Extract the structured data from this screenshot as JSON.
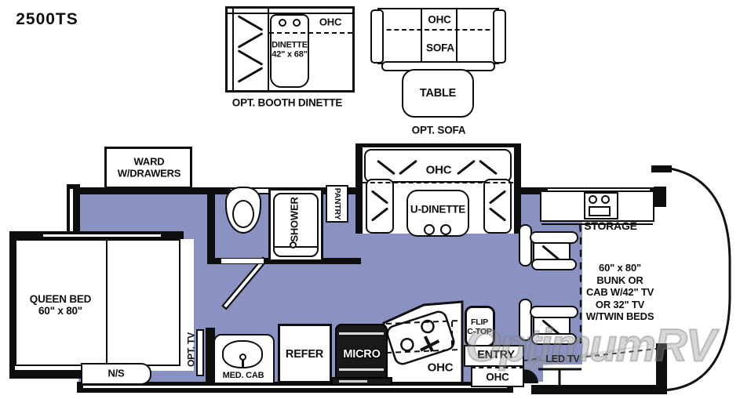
{
  "title": "2500TS",
  "colors": {
    "floor": "#8a92c2",
    "wall": "#0e0e0e",
    "watermark_gray": "#96969b"
  },
  "insets": {
    "booth_dinette": {
      "ohc": "OHC",
      "dinette": "DINETTE",
      "dinette_size": "42\" x 68\"",
      "caption": "OPT. BOOTH DINETTE"
    },
    "sofa": {
      "ohc": "OHC",
      "sofa": "SOFA",
      "table": "TABLE",
      "caption": "OPT. SOFA"
    }
  },
  "floorplan": {
    "ward": {
      "line1": "WARD",
      "line2": "W/DRAWERS"
    },
    "bathroom": {
      "shower": "SHOWER",
      "pantry": "PANTRY"
    },
    "dinette": {
      "ohc": "OHC",
      "label": "U-DINETTE"
    },
    "kitchen": {
      "refer": "REFER",
      "micro": "MICRO",
      "ohc": "OHC",
      "flip_line1": "FLIP",
      "flip_line2": "C-TOP"
    },
    "bedroom": {
      "bed_line1": "QUEEN BED",
      "bed_line2": "60\" x 80\"",
      "nightstand": "N/S",
      "opt_tv": "OPT. TV",
      "med_cab": "MED. CAB"
    },
    "front": {
      "storage": "STORAGE",
      "bunk_lines": [
        "60\" x 80\"",
        "BUNK OR",
        "CAB W/42\" TV",
        "OR 32\" TV",
        "W/TWIN BEDS"
      ],
      "led_tv": "LED TV"
    },
    "entry": {
      "label": "ENTRY",
      "ohc": "OHC"
    }
  },
  "watermark": "OptimumRV"
}
